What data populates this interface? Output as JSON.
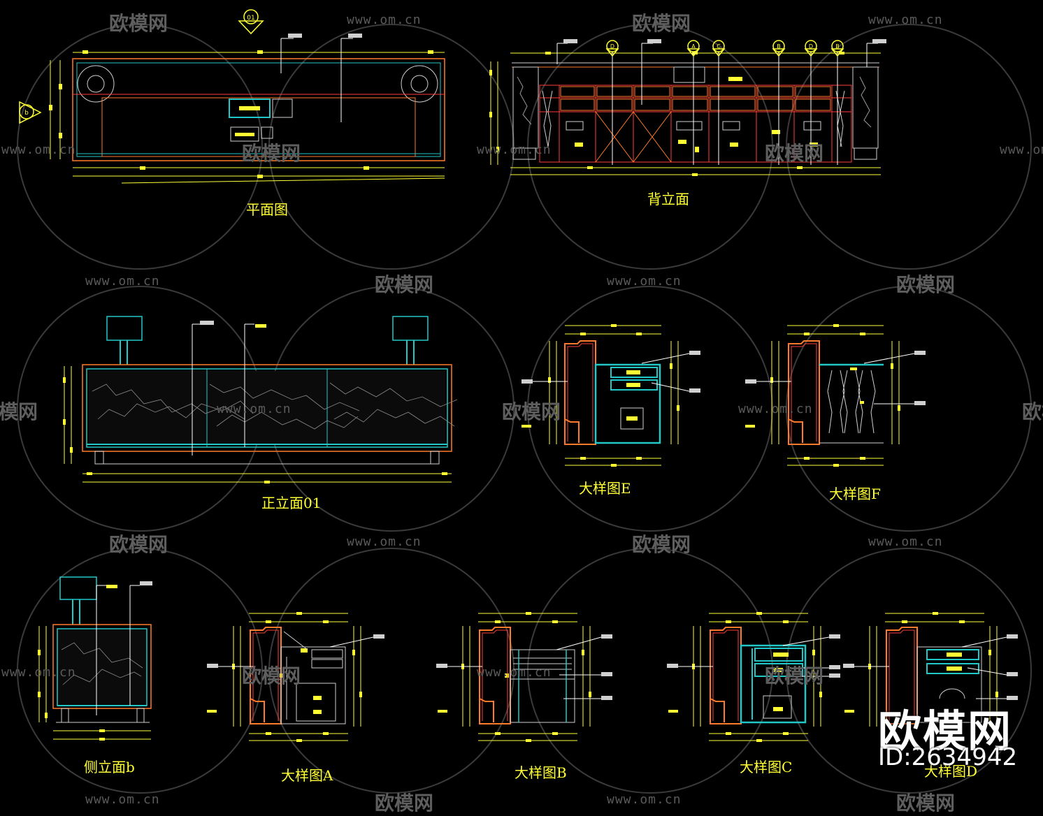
{
  "drawing_titles": {
    "plan": "平面图",
    "back_elevation": "背立面",
    "front_elevation": "正立面01",
    "side_elevation": "侧立面b",
    "detail_a": "大样图A",
    "detail_b": "大样图B",
    "detail_c": "大样图C",
    "detail_d": "大样图D",
    "detail_e": "大样图E",
    "detail_f": "大样图F"
  },
  "section_marks": {
    "plan_view_marker": "01",
    "side_marker": "b",
    "back_markers": [
      "D",
      "A",
      "C",
      "B",
      "D",
      "B"
    ]
  },
  "watermark": {
    "url": "www.om.cn",
    "brand": "欧模网",
    "id_text": "ID:2634942"
  },
  "colors": {
    "background": "#000000",
    "dimension": "#ffff33",
    "outline_orange": "#ff7a2a",
    "outline_cyan": "#22c8c8",
    "outline_red": "#ff3b3b",
    "stone_vein": "#cfcfcf",
    "leader": "#ffffff",
    "watermark": "#5a5a5a"
  }
}
